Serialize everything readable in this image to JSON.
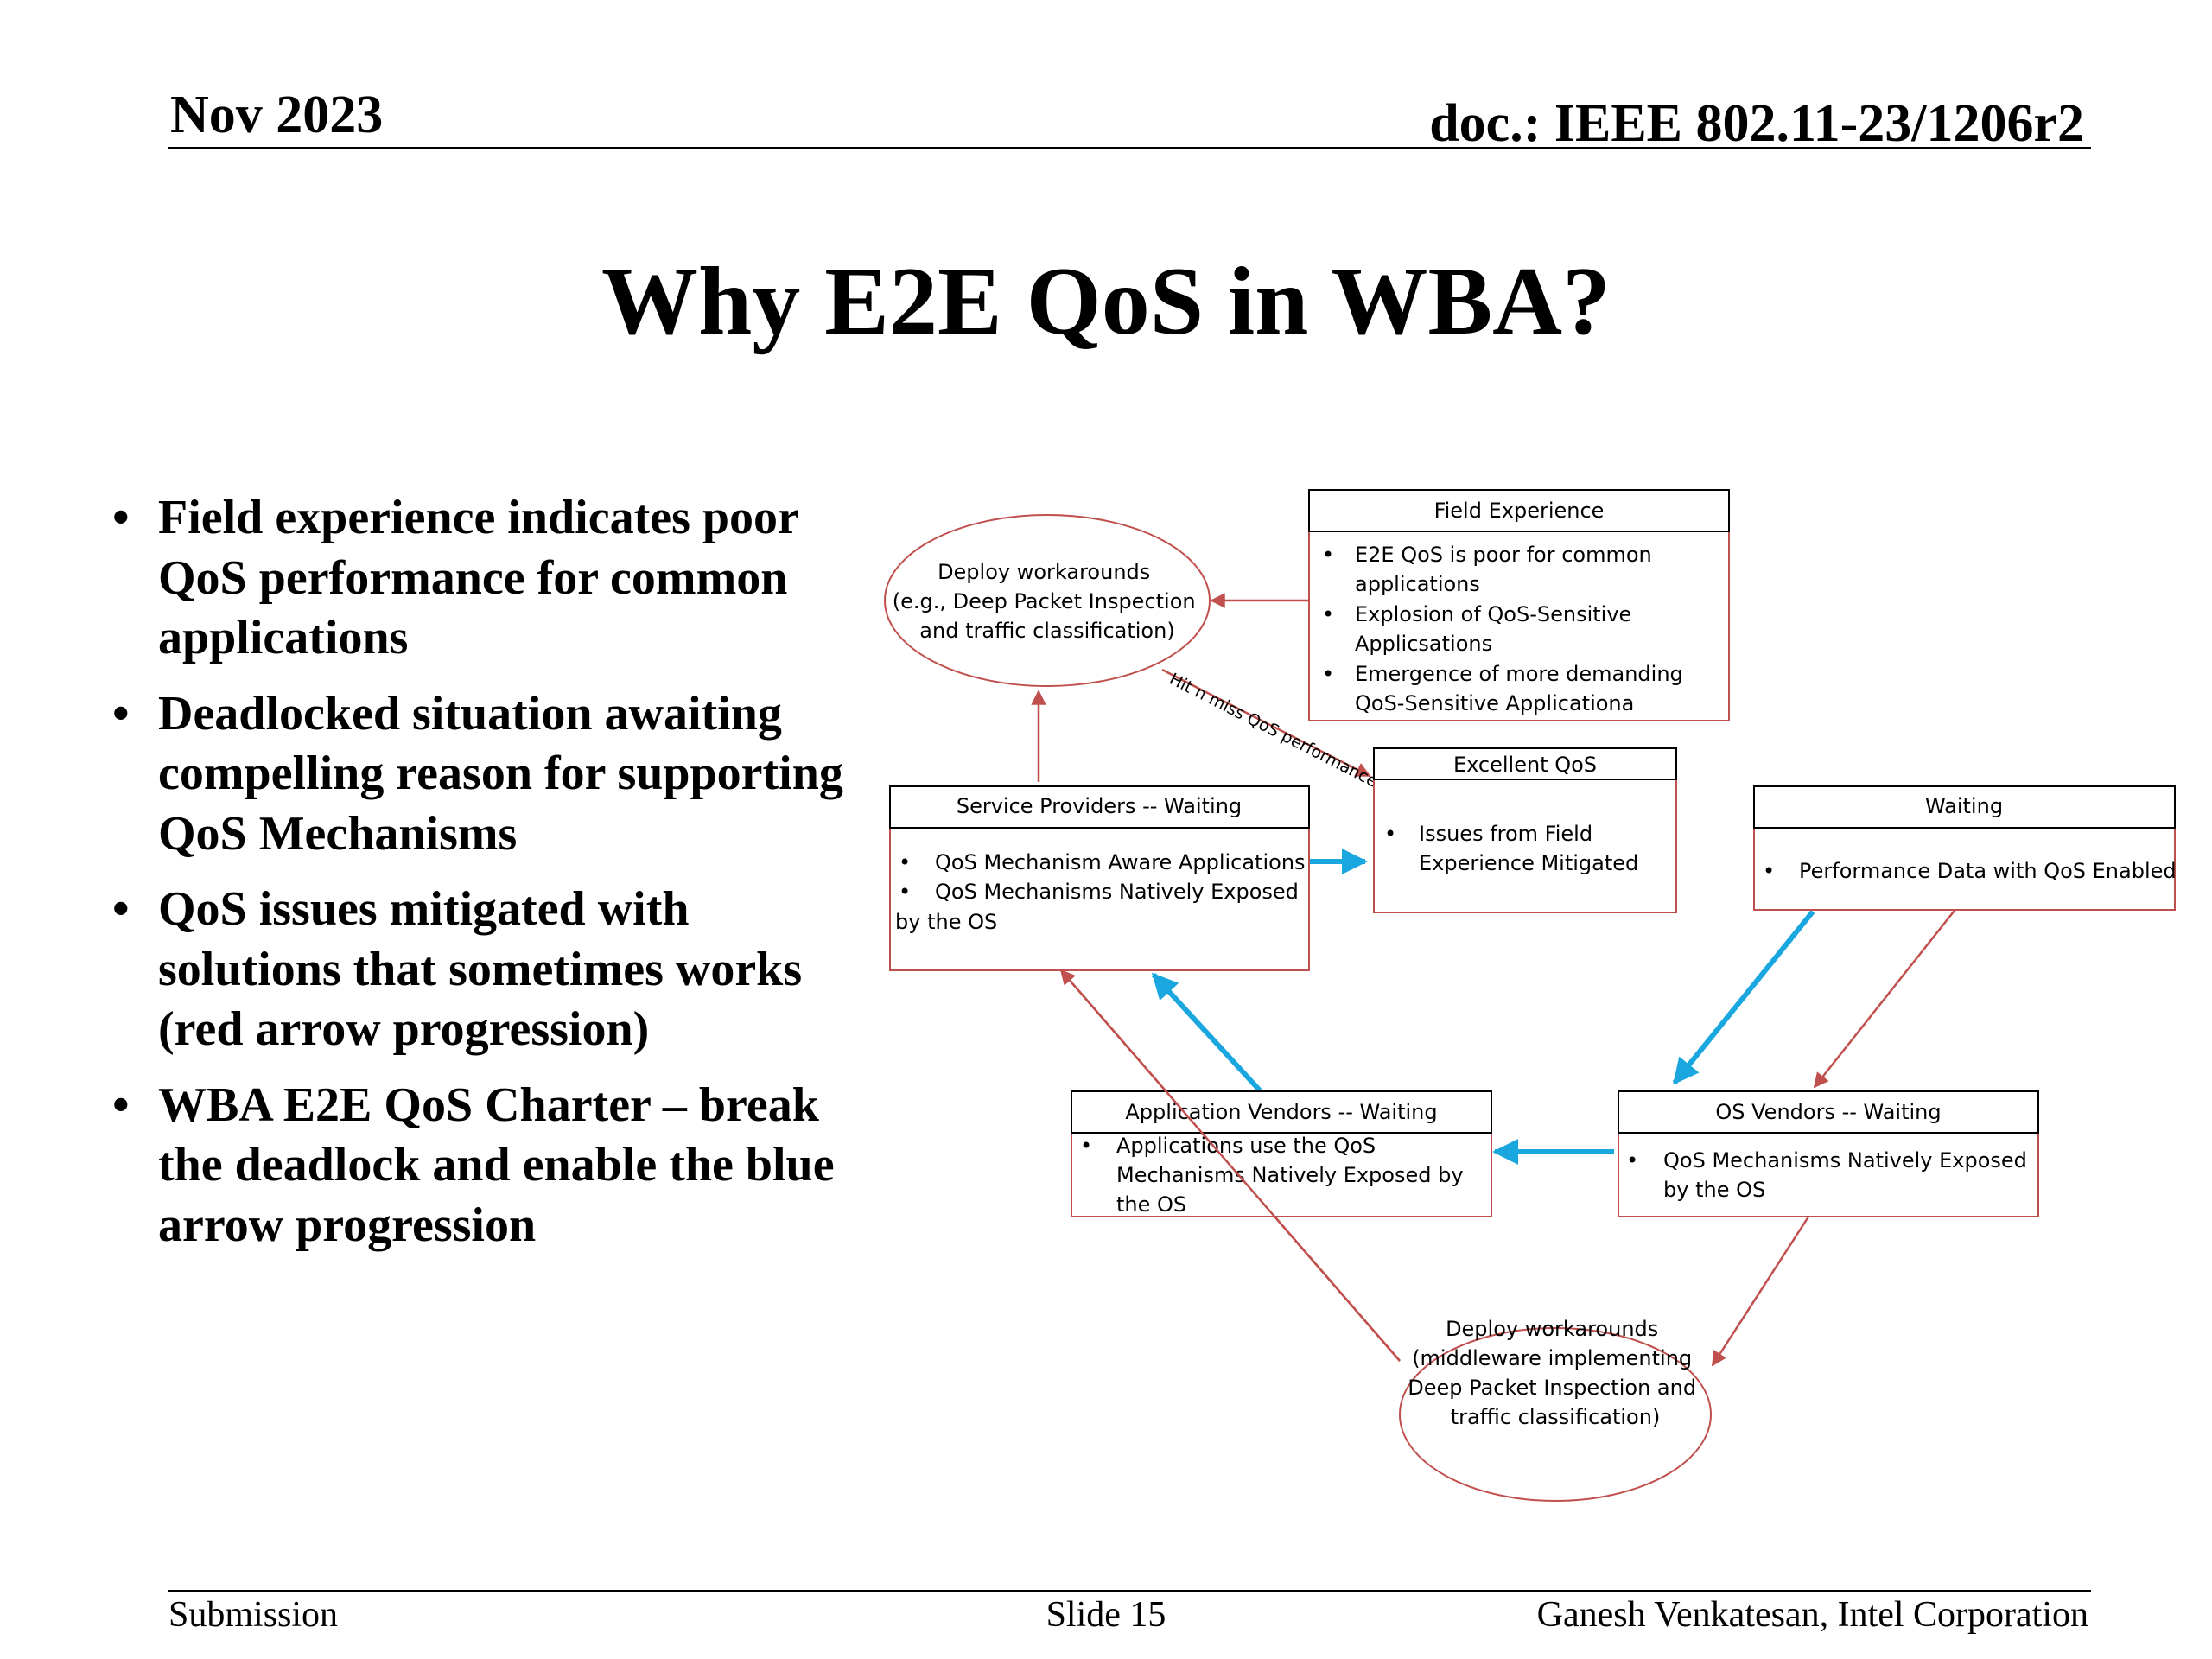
{
  "header": {
    "date": "Nov 2023",
    "doc": "doc.: IEEE 802.11-23/1206r2"
  },
  "title": "Why E2E QoS in WBA?",
  "bullets": [
    "Field experience indicates poor QoS performance for common applications",
    "Deadlocked situation awaiting compelling reason for supporting QoS Mechanisms",
    "QoS issues mitigated with solutions that sometimes works (red arrow progression)",
    "WBA E2E QoS Charter – break the deadlock and enable the blue arrow progression"
  ],
  "diagram": {
    "colors": {
      "red": "#c0504d",
      "blue": "#1aa7e0",
      "box_border": "#c0504d",
      "title_border": "#000000"
    },
    "field_experience": {
      "title": "Field Experience",
      "items": [
        "E2E QoS is poor for common applications",
        "Explosion of QoS-Sensitive Applicsations",
        "Emergence of more demanding QoS-Sensitive Applicationa"
      ]
    },
    "workaround_top": "Deploy workarounds (e.g., Deep Packet Inspection and traffic classification)",
    "hit_miss": "Hit n miss QoS performance",
    "excellent_qos": {
      "title": "Excellent QoS",
      "items": [
        "Issues from Field Experience Mitigated"
      ]
    },
    "service_providers": {
      "title": "Service Providers -- Waiting",
      "items": [
        "QoS Mechanism Aware Applications",
        "QoS Mechanisms Natively Exposed by the OS"
      ]
    },
    "waiting": {
      "title": "Waiting",
      "items": [
        "Performance Data with QoS Enabled"
      ]
    },
    "app_vendors": {
      "title": "Application Vendors -- Waiting",
      "items": [
        "Applications use the QoS Mechanisms Natively Exposed by the OS"
      ]
    },
    "os_vendors": {
      "title": "OS Vendors -- Waiting",
      "items": [
        "QoS Mechanisms Natively Exposed by the OS"
      ]
    },
    "workaround_bottom": "Deploy workarounds (middleware implementing Deep Packet Inspection and traffic classification)"
  },
  "footer": {
    "left": "Submission",
    "center": "Slide 15",
    "right": "Ganesh Venkatesan, Intel Corporation"
  }
}
